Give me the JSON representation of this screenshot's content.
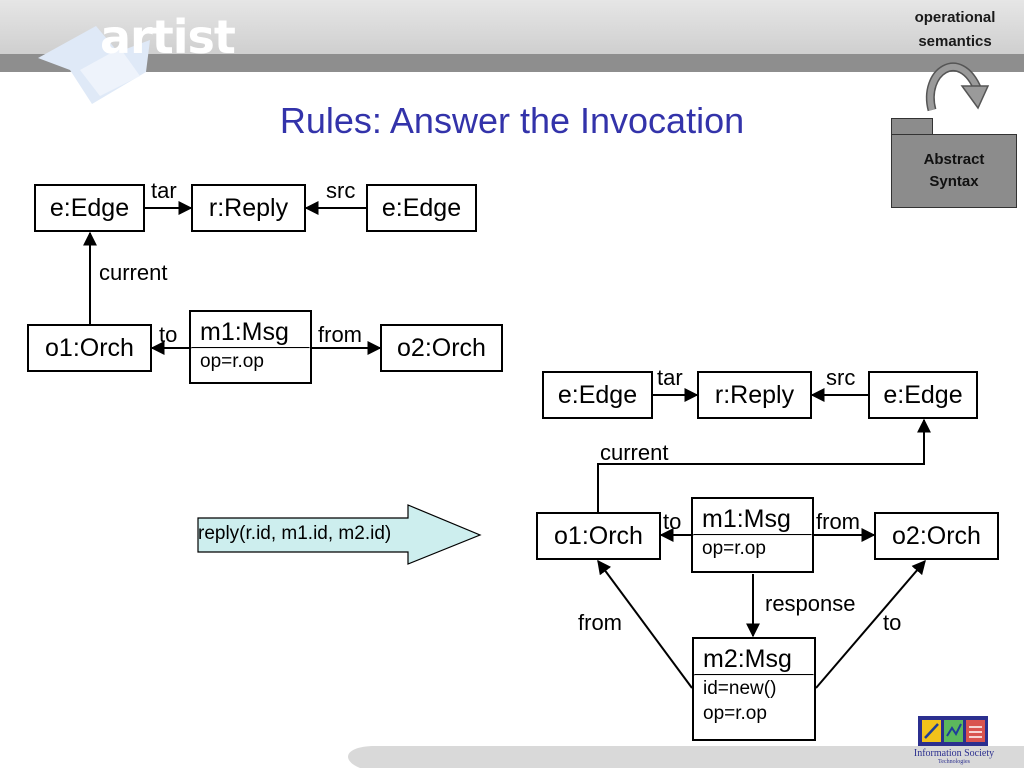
{
  "header": {
    "logo_text": "artist",
    "title": "Rules: Answer the Invocation",
    "corner_label_line1": "operational",
    "corner_label_line2": "semantics",
    "syntax_line1": "Abstract",
    "syntax_line2": "Syntax"
  },
  "lhs": {
    "edge_left": "e:Edge",
    "reply": "r:Reply",
    "edge_right": "e:Edge",
    "tar": "tar",
    "src": "src",
    "current": "current",
    "orch1": "o1:Orch",
    "orch2": "o2:Orch",
    "msg_title": "m1:Msg",
    "msg_attr": "op=r.op",
    "to": "to",
    "from": "from"
  },
  "transformation": {
    "label": "reply(r.id, m1.id, m2.id)"
  },
  "rhs": {
    "edge_left": "e:Edge",
    "reply": "r:Reply",
    "edge_right": "e:Edge",
    "tar": "tar",
    "src": "src",
    "current": "current",
    "orch1": "o1:Orch",
    "orch2": "o2:Orch",
    "msg1_title": "m1:Msg",
    "msg1_attr": "op=r.op",
    "to": "to",
    "from": "from",
    "response": "response",
    "from2": "from",
    "to2": "to",
    "msg2_title": "m2:Msg",
    "msg2_attr1": "id=new()",
    "msg2_attr2": "op=r.op"
  },
  "footer": {
    "logo_caption": "Information Society",
    "logo_subcaption": "Technologies"
  },
  "colors": {
    "title": "#3333aa",
    "transformation_arrow_fill": "#cdeeee",
    "syntax_box": "#8c8c8c"
  }
}
